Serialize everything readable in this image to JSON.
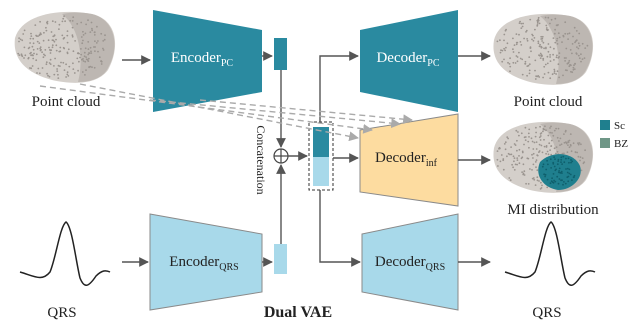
{
  "labels": {
    "point_cloud_in": "Point cloud",
    "point_cloud_out": "Point cloud",
    "qrs_in": "QRS",
    "qrs_out": "QRS",
    "mi_distribution": "MI distribution",
    "dual_vae": "Dual VAE",
    "concatenation": "Concatenation"
  },
  "blocks": {
    "encoder_pc": {
      "text": "Encoder",
      "sub": "PC"
    },
    "decoder_pc": {
      "text": "Decoder",
      "sub": "PC"
    },
    "encoder_qrs": {
      "text": "Encoder",
      "sub": "QRS"
    },
    "decoder_qrs": {
      "text": "Decoder",
      "sub": "QRS"
    },
    "decoder_inf": {
      "text": "Decoder",
      "sub": "inf"
    }
  },
  "legend": [
    {
      "label": "Sc",
      "color": "#1f7f8e"
    },
    {
      "label": "BZ",
      "color": "#6f9787"
    }
  ],
  "colors": {
    "encoder_dark": "#2a8aa0",
    "encoder_light": "#a8d9ea",
    "decoder_inf": "#fddca0",
    "latent_dark": "#2a8aa0",
    "latent_light": "#a8d9ea",
    "arrow": "#555555",
    "dashed": "#aaaaaa",
    "cloud": "#b0aaa5",
    "scar": "#1f7f8e"
  }
}
